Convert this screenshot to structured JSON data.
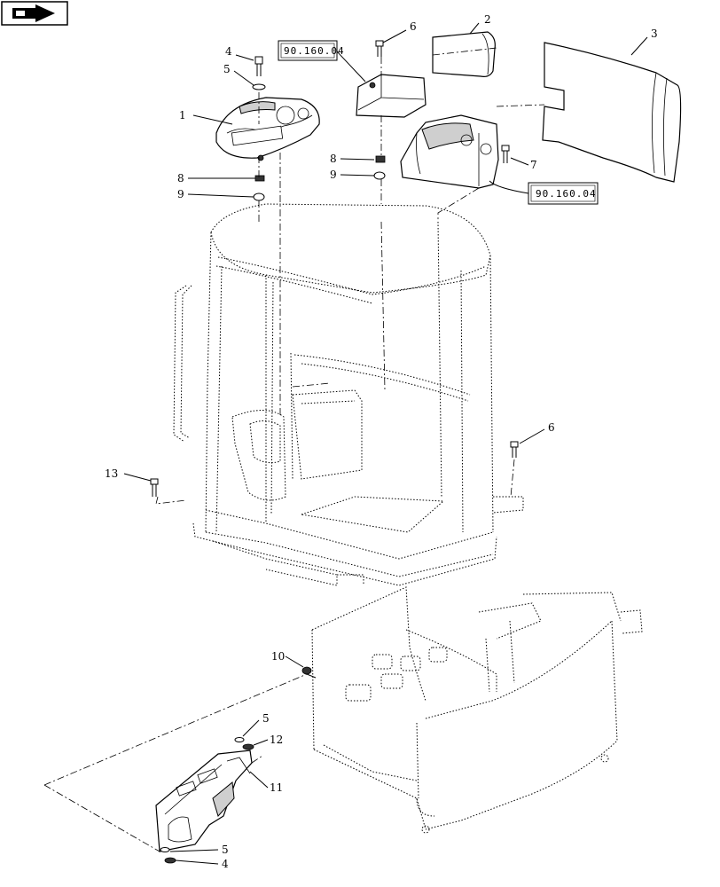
{
  "nav_icon": "forward-arrow-icon",
  "callouts": {
    "c1": "1",
    "c2": "2",
    "c3": "3",
    "c4a": "4",
    "c4b": "4",
    "c5a": "5",
    "c5b": "5",
    "c5c": "5",
    "c6a": "6",
    "c6b": "6",
    "c7": "7",
    "c8a": "8",
    "c8b": "8",
    "c9a": "9",
    "c9b": "9",
    "c10": "10",
    "c11": "11",
    "c12": "12",
    "c13": "13"
  },
  "references": {
    "ref_top": "90.160.04",
    "ref_right": "90.160.04"
  }
}
